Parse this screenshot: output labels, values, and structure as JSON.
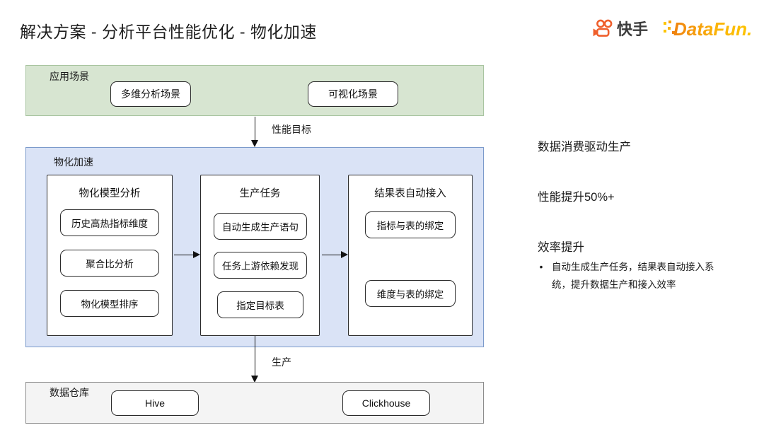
{
  "header": {
    "title": "解决方案 - 分析平台性能优化 - 物化加速",
    "logos": {
      "kuaishou_text": "快手",
      "datafun_text": "DataFun.",
      "kuaishou_color": "#ef5f2c",
      "datafun_color_start": "#f0830f",
      "datafun_color_end": "#fdc500"
    }
  },
  "diagram": {
    "scenario_band": {
      "label": "应用场景",
      "fill": "#d7e5d1",
      "stroke": "#a8c4a0",
      "items": [
        {
          "label": "多维分析场景"
        },
        {
          "label": "可视化场景"
        }
      ]
    },
    "arrow_top": {
      "label": "性能目标"
    },
    "acceleration_band": {
      "label": "物化加速",
      "fill": "#dae3f6",
      "stroke": "#7b9acb",
      "columns": [
        {
          "title": "物化模型分析",
          "items": [
            {
              "label": "历史高热指标维度"
            },
            {
              "label": "聚合比分析"
            },
            {
              "label": "物化模型排序"
            }
          ]
        },
        {
          "title": "生产任务",
          "items": [
            {
              "label": "自动生成生产语句"
            },
            {
              "label": "任务上游依赖发现"
            },
            {
              "label": "指定目标表"
            }
          ]
        },
        {
          "title": "结果表自动接入",
          "items": [
            {
              "label": "指标与表的绑定"
            },
            {
              "label": "维度与表的绑定"
            }
          ]
        }
      ]
    },
    "arrow_bottom": {
      "label": "生产"
    },
    "warehouse_band": {
      "label": "数据仓库",
      "fill": "#f4f4f4",
      "stroke": "#8c8c8c",
      "items": [
        {
          "label": "Hive"
        },
        {
          "label": "Clickhouse"
        }
      ]
    }
  },
  "right_panel": {
    "heading_1": "数据消费驱动生产",
    "heading_2": "性能提升50%+",
    "heading_3": "效率提升",
    "bullet_marker": "•",
    "bullet_1": "自动生成生产任务，结果表自动接入系统，提升数据生产和接入效率"
  }
}
